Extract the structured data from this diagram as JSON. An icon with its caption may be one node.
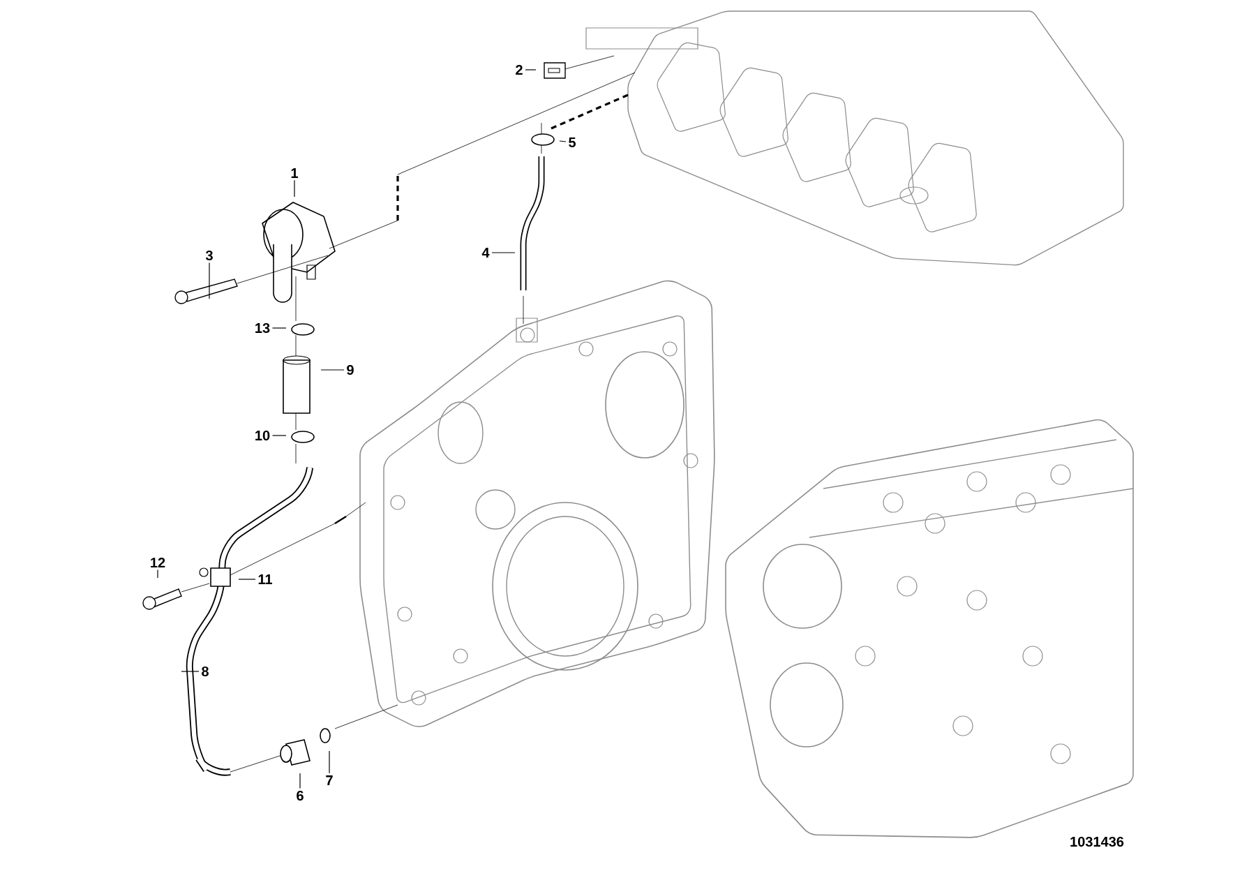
{
  "diagram": {
    "nodes": [
      {
        "text": [
          "2"
        ]
      },
      {
        "text": [
          "5"
        ]
      },
      {
        "text": [
          "1"
        ]
      },
      {
        "text": [
          "3"
        ]
      },
      {
        "text": [
          "4"
        ]
      },
      {
        "text": [
          "13"
        ]
      },
      {
        "text": [
          "9"
        ]
      },
      {
        "text": [
          "10"
        ]
      },
      {
        "text": [
          "12"
        ]
      },
      {
        "text": [
          "11"
        ]
      },
      {
        "text": [
          "8"
        ]
      },
      {
        "text": [
          "6"
        ]
      },
      {
        "text": [
          "7"
        ]
      }
    ],
    "edges": [
      {
        "from": 0,
        "to": null,
        "arrow": "none"
      },
      {
        "from": 1,
        "to": null,
        "arrow": "none"
      },
      {
        "from": 2,
        "to": null,
        "arrow": "none"
      },
      {
        "from": 3,
        "to": null,
        "arrow": "none"
      },
      {
        "from": 4,
        "to": null,
        "arrow": "none"
      },
      {
        "from": 5,
        "to": null,
        "arrow": "none"
      },
      {
        "from": 6,
        "to": null,
        "arrow": "none"
      },
      {
        "from": 7,
        "to": null,
        "arrow": "none"
      },
      {
        "from": 8,
        "to": null,
        "arrow": "none"
      },
      {
        "from": 9,
        "to": null,
        "arrow": "none"
      },
      {
        "from": 10,
        "to": null,
        "arrow": "none"
      },
      {
        "from": 11,
        "to": null,
        "arrow": "none"
      },
      {
        "from": 12,
        "to": null,
        "arrow": "none"
      }
    ],
    "labels": [
      "1031436"
    ]
  }
}
